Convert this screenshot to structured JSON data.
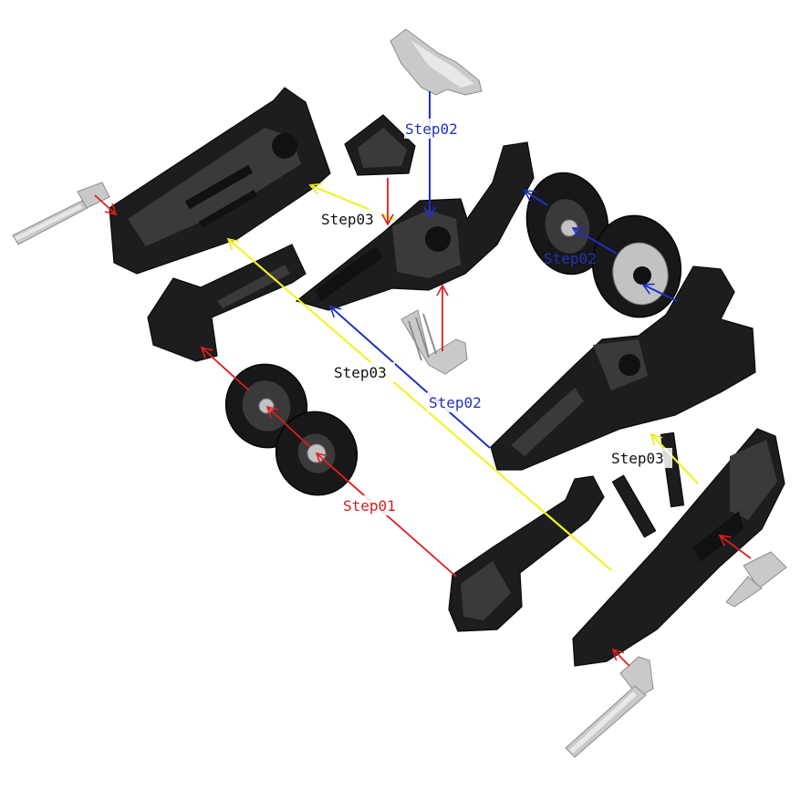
{
  "colors": {
    "step01": "#e01e1e",
    "step02": "#1f2fc4",
    "step03": "#f2f22a",
    "label_step01": "#d42020",
    "label_step02": "#2430b8",
    "label_step03": "#111111"
  },
  "labels": {
    "step02_top": "Step02",
    "step03_top": "Step03",
    "step02_wheel": "Step02",
    "step03_mid": "Step03",
    "step02_mid": "Step02",
    "step03_right": "Step03",
    "step01": "Step01"
  }
}
